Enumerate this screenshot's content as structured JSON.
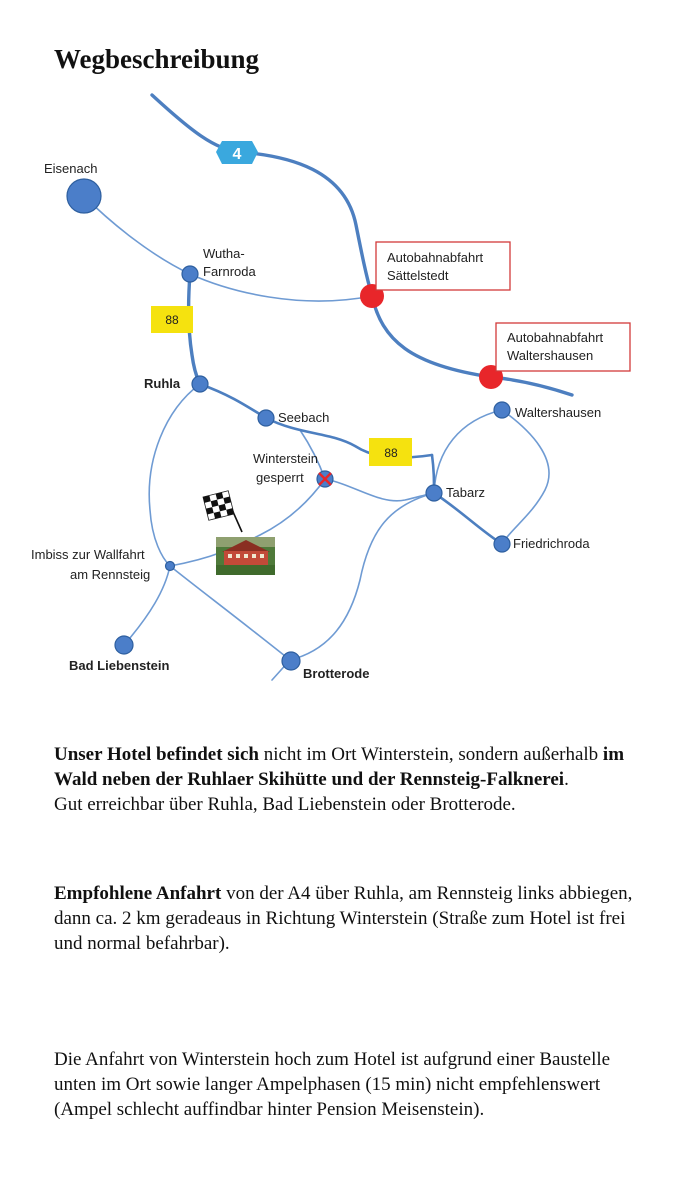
{
  "title": "Wegbeschreibung",
  "map": {
    "places": {
      "eisenach": "Eisenach",
      "wutha_1": "Wutha-",
      "wutha_2": "Farnroda",
      "ruhla": "Ruhla",
      "seebach": "Seebach",
      "winterstein_1": "Winterstein",
      "winterstein_2": "gesperrt",
      "tabarz": "Tabarz",
      "waltershausen": "Waltershausen",
      "friedrichroda": "Friedrichroda",
      "imbiss_1": "Imbiss zur Wallfahrt",
      "imbiss_2": "am Rennsteig",
      "bad_liebenstein": "Bad Liebenstein",
      "brotterode": "Brotterode"
    },
    "exits": {
      "saettelstedt_1": "Autobahnabfahrt",
      "saettelstedt_2": "Sättelstedt",
      "waltershausen_1": "Autobahnabfahrt",
      "waltershausen_2": "Waltershausen"
    },
    "roads": {
      "a4": "4",
      "b88_a": "88",
      "b88_b": "88"
    },
    "colors": {
      "road": "#4d7fc0",
      "node": "#4b7ec9",
      "exit_node": "#e8262a",
      "exit_box": "#d23a3a",
      "b88_shield": "#f5e20f",
      "a4_shield": "#3aa8de"
    }
  },
  "text": {
    "p1": {
      "bold1": "Unser Hotel befindet sich",
      "normal1": " nicht im Ort Winterstein, sondern außerhalb ",
      "bold2": "im Wald neben der Ruhlaer Skihütte und der Rennsteig-Falknerei",
      "normal2": ".",
      "line2": "Gut erreichbar über Ruhla, Bad Liebenstein oder Brotterode."
    },
    "p2": {
      "bold": "Empfohlene Anfahrt",
      "normal": " von der A4 über Ruhla, am Rennsteig links abbiegen, dann ca. 2 km geradeaus in Richtung Winterstein (Straße zum Hotel ist frei und normal befahrbar)."
    },
    "p3": "Die Anfahrt von Winterstein hoch zum Hotel ist aufgrund einer Baustelle unten im Ort sowie langer Ampelphasen (15 min) nicht empfehlenswert (Ampel schlecht auffindbar hinter Pension Meisenstein)."
  }
}
